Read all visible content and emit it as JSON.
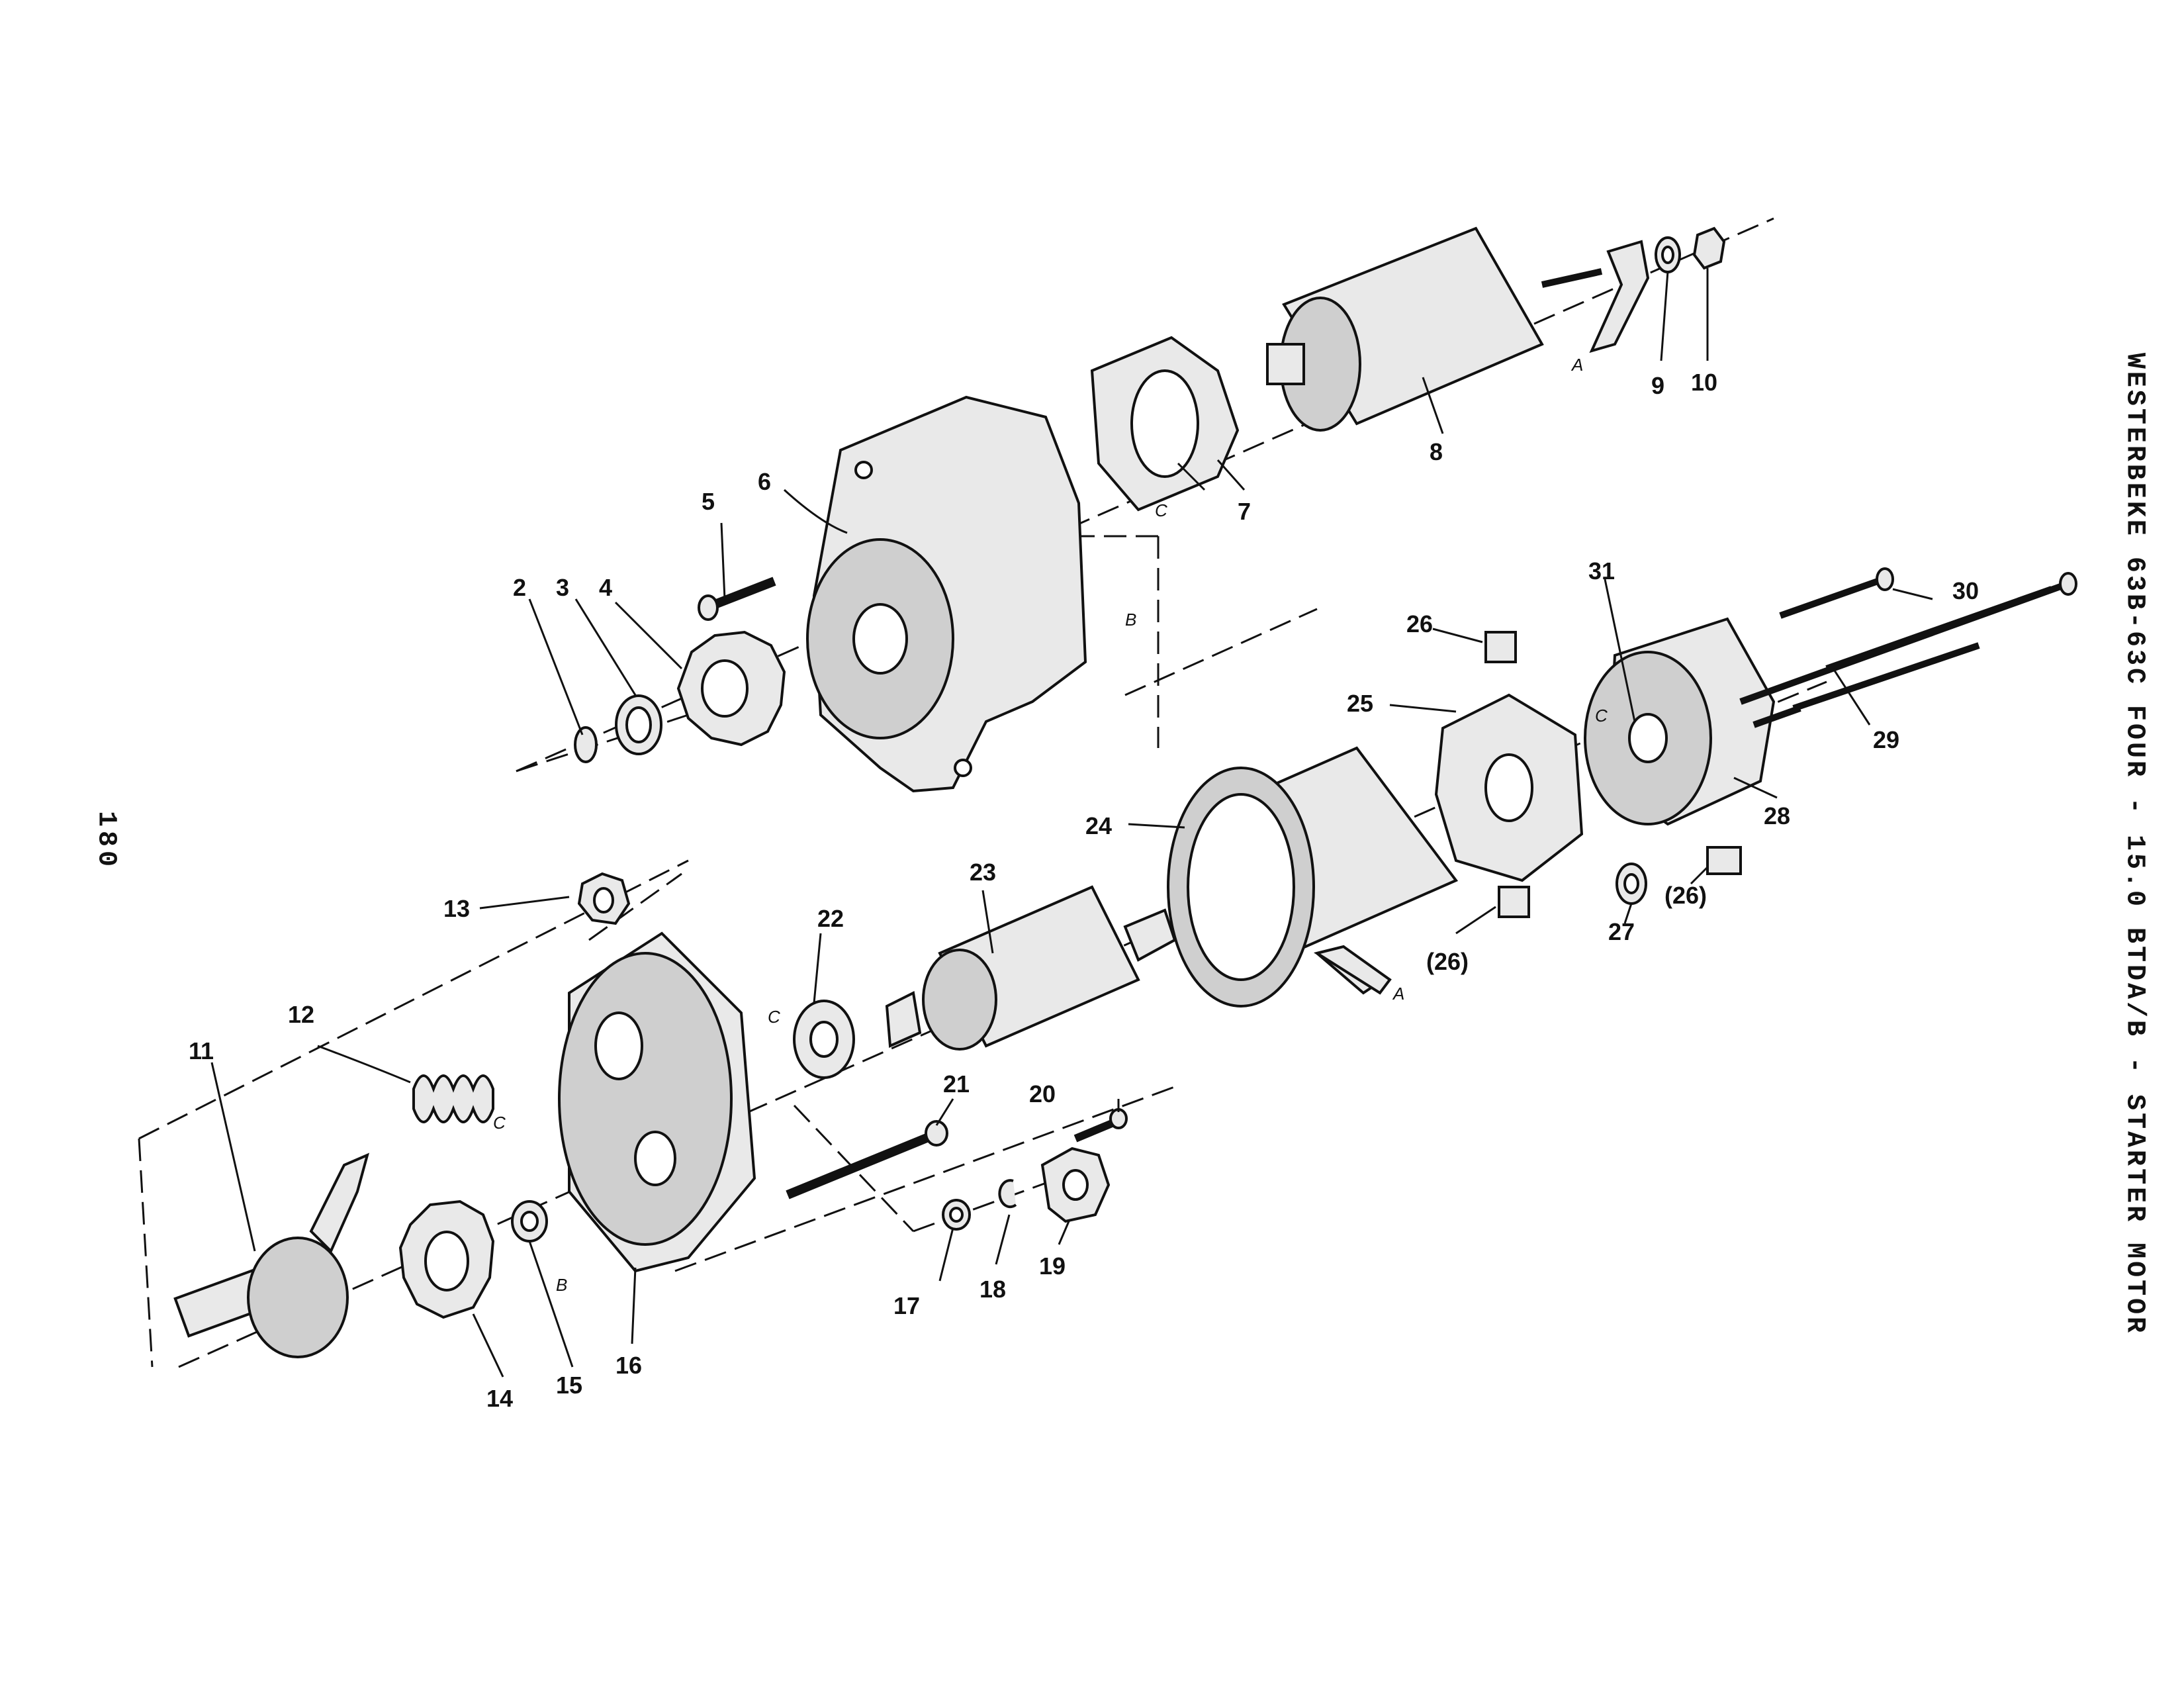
{
  "header": {
    "title": "WESTERBEKE 63B-63C FOUR - 15.0 BTDA/B - STARTER MOTOR",
    "page_number": "180"
  },
  "callouts": [
    "2",
    "3",
    "4",
    "5",
    "6",
    "7",
    "8",
    "9",
    "10",
    "11",
    "12",
    "13",
    "14",
    "15",
    "16",
    "17",
    "18",
    "19",
    "20",
    "21",
    "22",
    "23",
    "24",
    "25",
    "26",
    "26",
    "(26)",
    "(26)",
    "27",
    "28",
    "29",
    "30",
    "31"
  ],
  "reference_marks": [
    "A",
    "A",
    "B",
    "B",
    "C",
    "C",
    "C",
    "C"
  ]
}
